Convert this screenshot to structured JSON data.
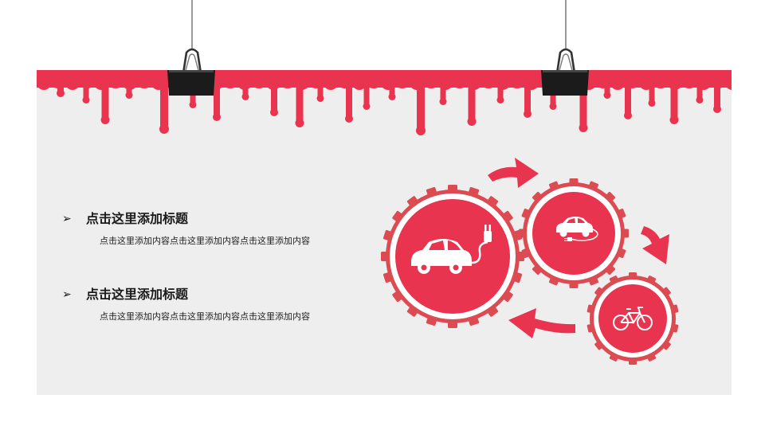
{
  "colors": {
    "accent": "#e8344e",
    "gear_outer": "#dd4b52",
    "panel_bg": "#efeeee"
  },
  "bullets": [
    {
      "icon": "arrowhead-bullet-icon",
      "title": "点击这里添加标题",
      "body": "点击这里添加内容点击这里添加内容点击这里添加内容"
    },
    {
      "icon": "arrowhead-bullet-icon",
      "title": "点击这里添加标题",
      "body": "点击这里添加内容点击这里添加内容点击这里添加内容"
    }
  ],
  "graphic": {
    "icons": [
      "electric-car-icon",
      "car-charging-icon",
      "bicycle-icon",
      "cycle-arrow-icon",
      "binder-clip-icon",
      "paint-drip-banner"
    ]
  }
}
